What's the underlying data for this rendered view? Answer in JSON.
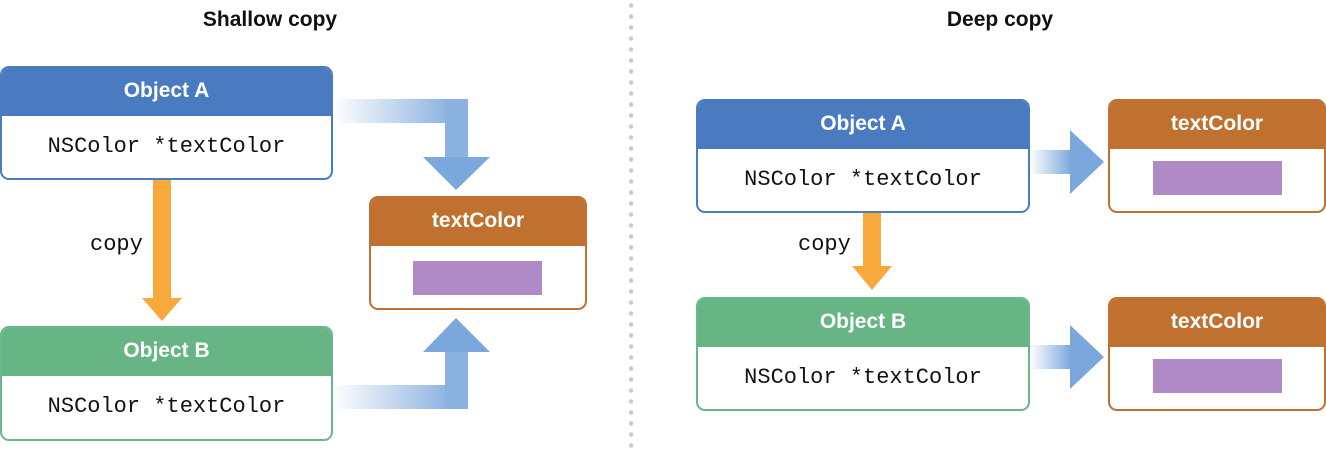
{
  "panels": {
    "shallow": {
      "title": "Shallow copy",
      "object_a": {
        "title": "Object A",
        "field": "NSColor *textColor"
      },
      "object_b": {
        "title": "Object B",
        "field": "NSColor *textColor"
      },
      "copy_label": "copy",
      "shared_color": {
        "title": "textColor"
      }
    },
    "deep": {
      "title": "Deep copy",
      "object_a": {
        "title": "Object A",
        "field": "NSColor *textColor"
      },
      "object_b": {
        "title": "Object B",
        "field": "NSColor *textColor"
      },
      "copy_label": "copy",
      "color_a": {
        "title": "textColor"
      },
      "color_b": {
        "title": "textColor"
      }
    }
  },
  "colors": {
    "object_a": "#4a7bc1",
    "object_b": "#67b585",
    "text_color_object": "#c0702f",
    "color_swatch": "#b08ac6",
    "copy_arrow": "#f7a93b",
    "pointer_arrow": "#7aa7dc"
  }
}
